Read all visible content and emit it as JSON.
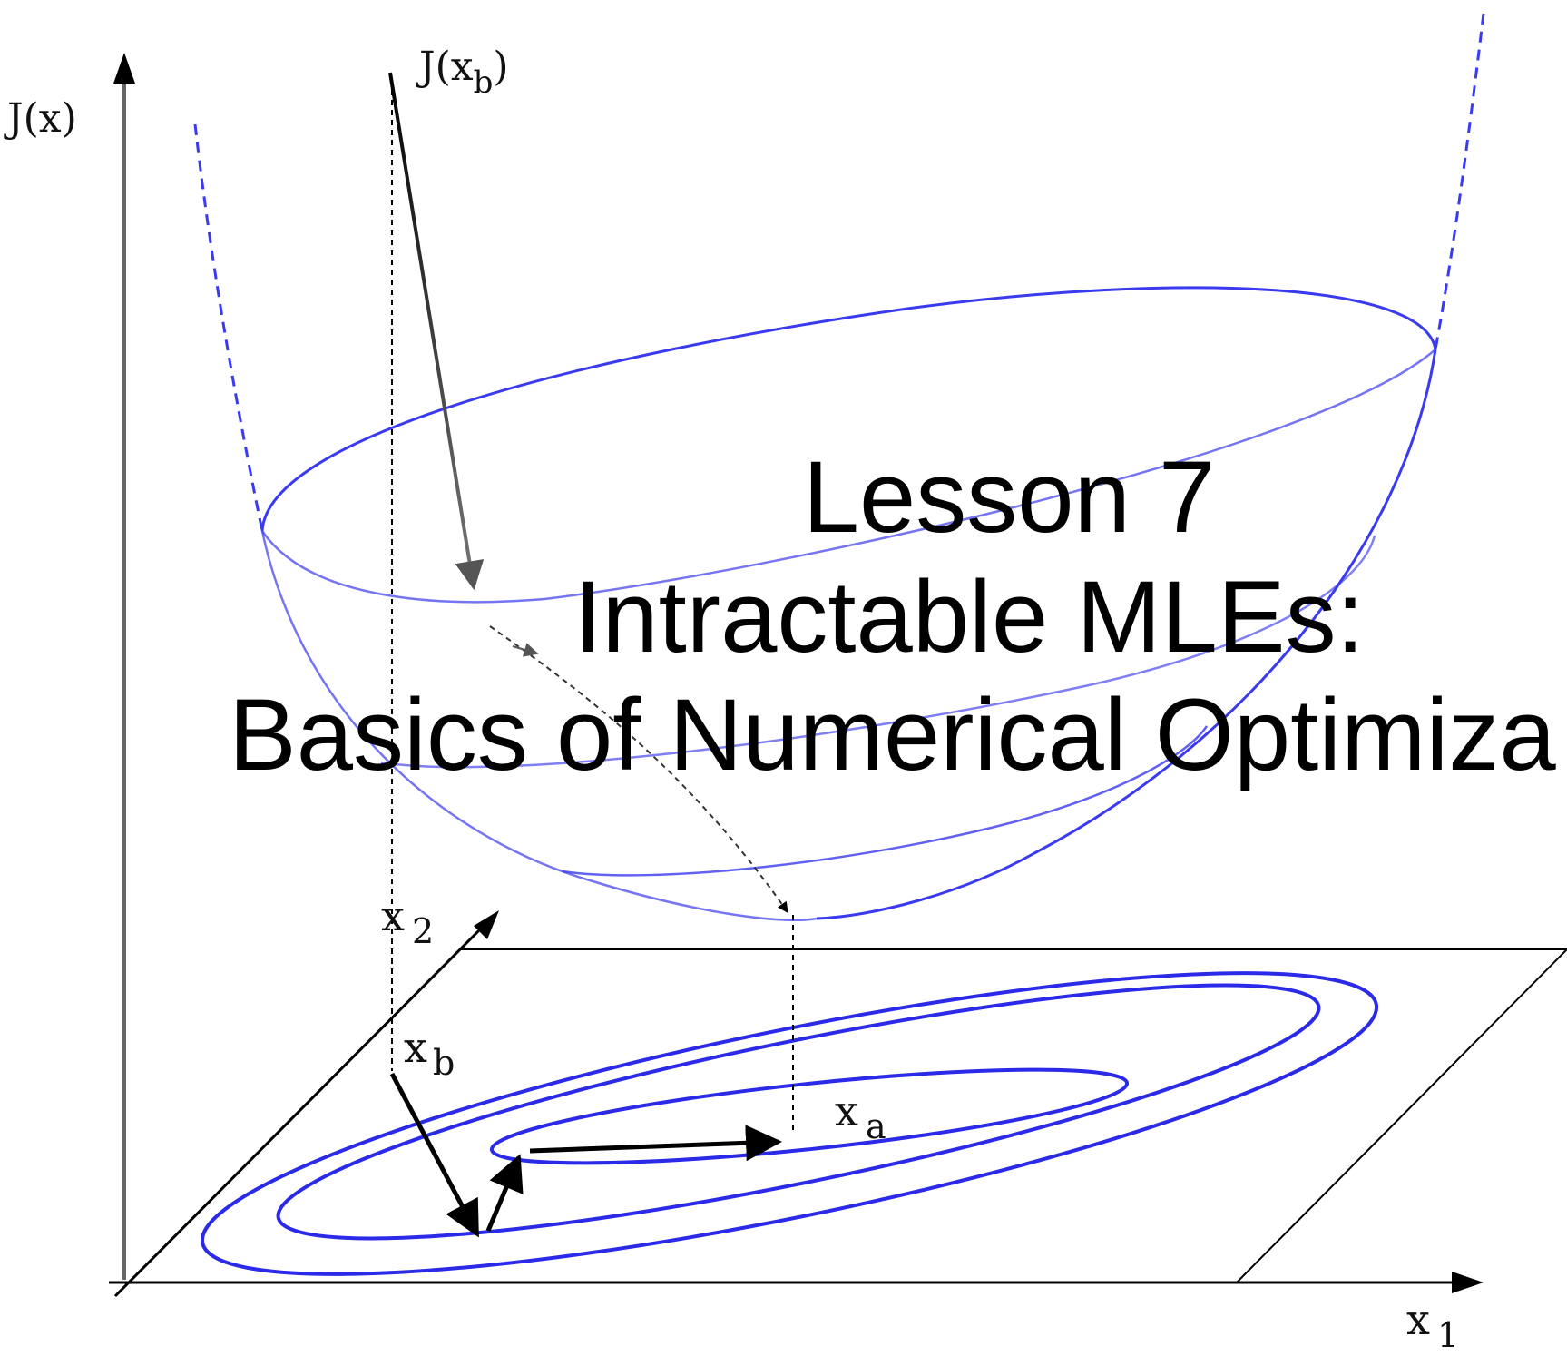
{
  "labels": {
    "j_axis": {
      "base": "J(x)"
    },
    "j_of_xb": {
      "pre": "J(x",
      "sub": "b",
      "post": ")"
    },
    "x1_axis": {
      "base": "x",
      "sub": "1"
    },
    "x2_axis": {
      "base": "x",
      "sub": "2"
    },
    "x_b": {
      "base": "x",
      "sub": "b"
    },
    "x_a": {
      "base": "x",
      "sub": "a"
    }
  },
  "title": {
    "line1": "Lesson 7",
    "line2": "Intractable MLEs:",
    "line3": "Basics of Numerical Optimiza"
  },
  "colors": {
    "bowl": "#3a3af0",
    "contour": "#2a2ae8",
    "axis": "#666666",
    "ink": "#000000"
  }
}
